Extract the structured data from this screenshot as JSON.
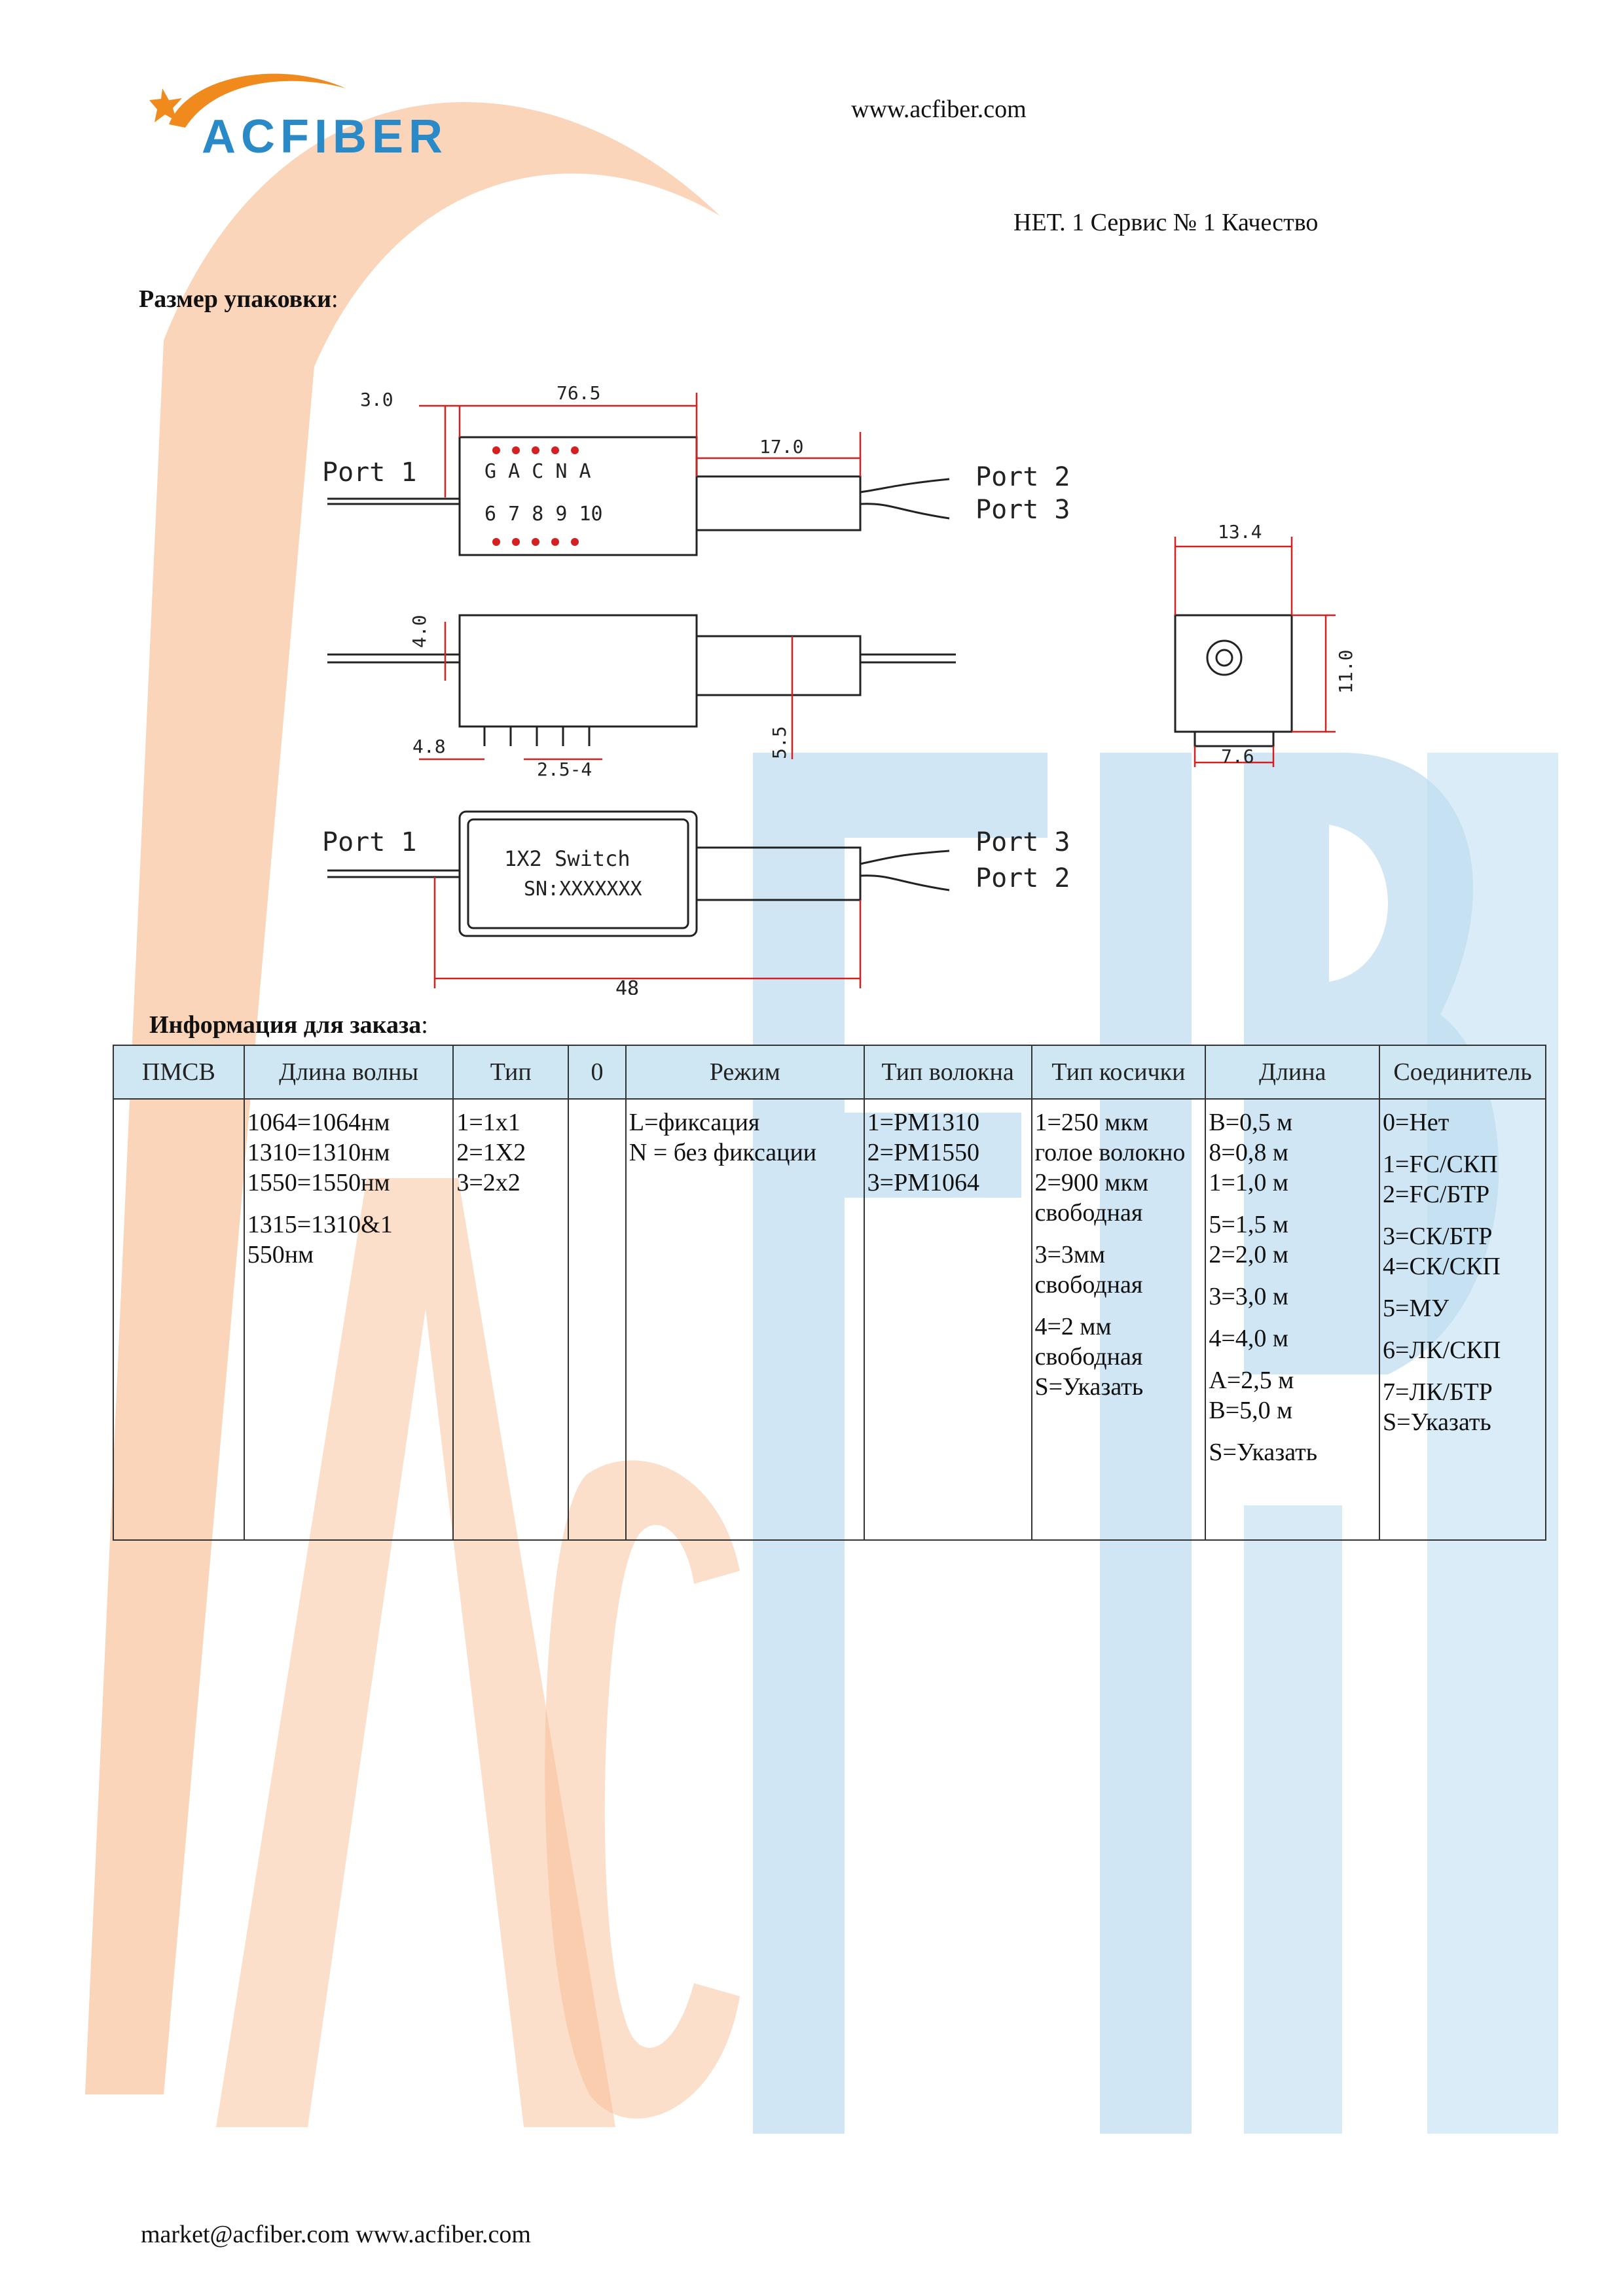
{
  "header": {
    "logo_text": "ACFIBER",
    "url": "www.acfiber.com",
    "slogan": "НЕТ. 1 Сервис № 1 Качество"
  },
  "watermark_text": "ACFiber",
  "package_section": {
    "title": "Размер упаковки",
    "drawing": {
      "port1_top": "Port 1",
      "port2_top": "Port 2",
      "port3_top": "Port 3",
      "dim_3_0": "3.0",
      "dim_76_5": "76.5",
      "dim_17_0": "17.0",
      "dim_4_0": "4.0",
      "dim_4_8": "4.8",
      "dim_2_5_4": "2.5-4",
      "dim_5_5": "5.5",
      "dim_13_4": "13.4",
      "dim_11_0": "11.0",
      "dim_7_6": "7.6",
      "port1_bottom": "Port 1",
      "port3_bottom": "Port 3",
      "port2_bottom": "Port 2",
      "switch_label": "1X2 Switch",
      "serial_label": "SN:XXXXXXX",
      "dim_48": "48"
    }
  },
  "order_section": {
    "title": "Информация для заказа",
    "headers": [
      "ПМСВ",
      "Длина волны",
      "Тип",
      "0",
      "Режим",
      "Тип волокна",
      "Тип косички",
      "Длина",
      "Соединитель"
    ],
    "columns": {
      "wavelength": [
        "1064=1064нм",
        "1310=1310нм",
        "1550=1550нм",
        "1315=1310&1",
        "550нм"
      ],
      "type": [
        "1=1x1",
        "2=1X2",
        "3=2x2"
      ],
      "mode": [
        "L=фиксация",
        "N = без фиксации"
      ],
      "fiber": [
        "1=PM1310",
        "2=PM1550",
        "3=PM1064"
      ],
      "pigtail": [
        "1=250 мкм",
        "голое волокно",
        "2=900 мкм",
        "свободная",
        "3=3мм",
        "свободная",
        "4=2 мм",
        "свободная",
        "S=Указать"
      ],
      "length": [
        "B=0,5 м",
        "8=0,8 м",
        "1=1,0 м",
        "5=1,5 м",
        "2=2,0 м",
        "3=3,0 м",
        "4=4,0 м",
        "A=2,5 м",
        "B=5,0 м",
        "S=Указать"
      ],
      "connector": [
        "0=Нет",
        "1=FC/СКП",
        "2=FC/БТР",
        "3=СК/БТР",
        "4=СК/СКП",
        "5=МУ",
        "6=ЛК/СКП",
        "7=ЛК/БТР",
        "S=Указать"
      ]
    }
  },
  "footer": {
    "contact": "market@acfiber.com www.acfiber.com"
  },
  "colors": {
    "watermark_orange": "#f7b98a",
    "watermark_blue": "#bcdcf0",
    "logo_blue": "#2a8ac8",
    "logo_orange": "#f08a1c",
    "header_fill": "#cfe6f3",
    "dimension_red": "#d42020"
  }
}
